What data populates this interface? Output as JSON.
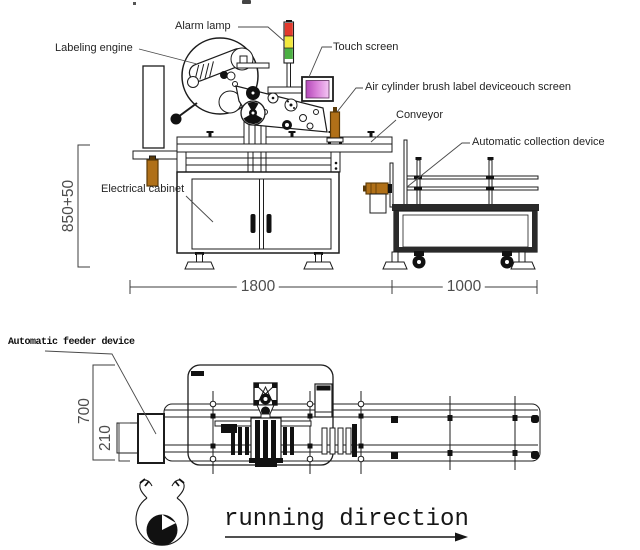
{
  "colors": {
    "line": "#1c1c1c",
    "leader": "#4a4a4a",
    "dim_text": "#4d4d4d",
    "lamp_red": "#e23a2d",
    "lamp_yellow": "#f2e83e",
    "lamp_green": "#4cb043",
    "screen_magenta_dark": "#b348b8",
    "screen_magenta_mid": "#d87fd8",
    "screen_magenta_light": "#f3c6f3",
    "cylinder_brown": "#b07018",
    "cylinder_brown_dark": "#5a3a08",
    "ink": "#111111"
  },
  "side_view": {
    "labels": {
      "alarm_lamp": "Alarm lamp",
      "labeling_engine": "Labeling engine",
      "touch_screen": "Touch screen",
      "air_cylinder_brush": "Air cylinder brush label deviceouch screen",
      "conveyor": "Conveyor",
      "collection_device": "Automatic collection device",
      "electrical_cabinet": "Electrical cabinet"
    },
    "dimensions": {
      "overall_height": "850+50",
      "main_length": "1800",
      "collection_length": "1000"
    }
  },
  "plan_view": {
    "labels": {
      "feeder_device": "Automatic feeder device"
    },
    "dimensions": {
      "overall_width": "700",
      "conveyor_width": "210"
    }
  },
  "footer": {
    "running_direction": "running direction"
  }
}
